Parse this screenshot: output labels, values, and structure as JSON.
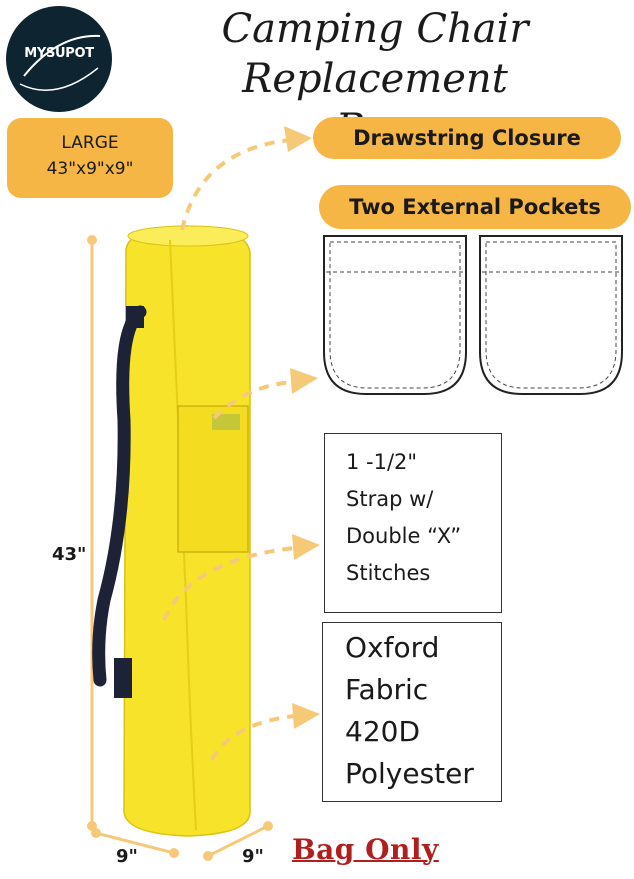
{
  "brand": {
    "logo_text": "MYSUPOT"
  },
  "title": {
    "line1": "Camping Chair Replacement",
    "line2": "Bag"
  },
  "size": {
    "label": "LARGE",
    "dimensions": "43\"x9\"x9\""
  },
  "features": {
    "drawstring": "Drawstring Closure",
    "pockets": "Two External Pockets",
    "strap_lines": [
      "1 -1/2\"",
      "Strap w/",
      "Double “X”",
      "Stitches"
    ],
    "fabric_lines": [
      "Oxford",
      "Fabric",
      "420D",
      "Polyester"
    ]
  },
  "dimensions": {
    "height": "43\"",
    "width": "9\"",
    "depth": "9\""
  },
  "footer": {
    "bag_only": "Bag Only"
  },
  "colors": {
    "accent": "#f6b645",
    "bag": "#f7e32a",
    "strap": "#1e2236",
    "bag_only": "#b01e1e"
  }
}
